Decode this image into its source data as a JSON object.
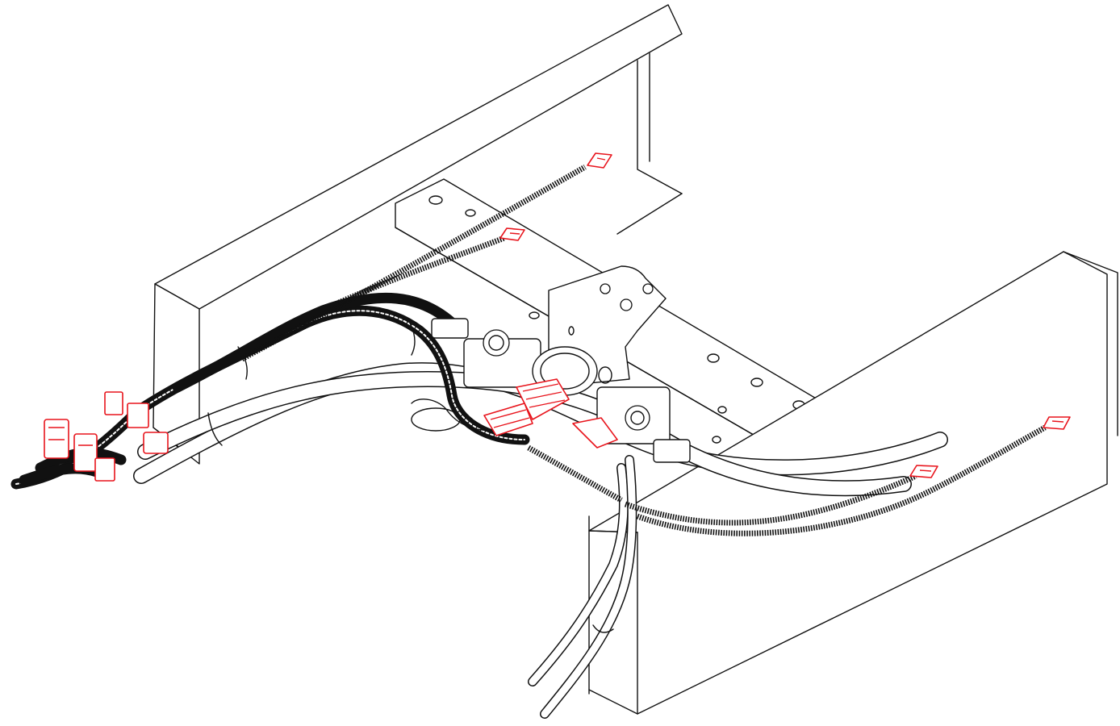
{
  "figure": {
    "background": "#ffffff",
    "line_color": "#111111",
    "highlight_color": "#e8141c"
  },
  "parts": {
    "frame_rail_rear": "frame-rail",
    "frame_rail_front": "frame-rail",
    "crossmember": "crossmember-channel",
    "mounting_bracket": "bracket",
    "modulator_valves": "valve",
    "wire_harness": "harness",
    "air_hoses": "hose",
    "sensor_connectors": "connector"
  }
}
